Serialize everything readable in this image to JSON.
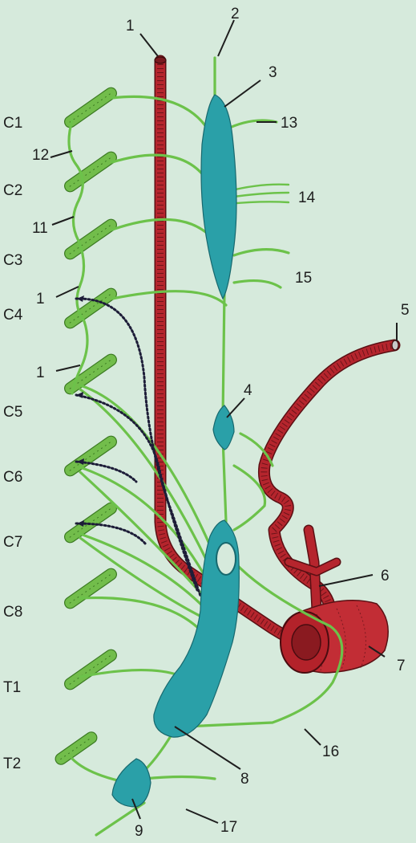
{
  "figure": {
    "segment_labels": [
      "C1",
      "C2",
      "C3",
      "C4",
      "C5",
      "C6",
      "C7",
      "C8",
      "T1",
      "T2"
    ],
    "callouts": [
      {
        "id": "c1a",
        "text": "1"
      },
      {
        "id": "c2",
        "text": "2"
      },
      {
        "id": "c3",
        "text": "3"
      },
      {
        "id": "c13",
        "text": "13"
      },
      {
        "id": "c12",
        "text": "12"
      },
      {
        "id": "c14",
        "text": "14"
      },
      {
        "id": "c11",
        "text": "11"
      },
      {
        "id": "c15",
        "text": "15"
      },
      {
        "id": "c1b",
        "text": "1"
      },
      {
        "id": "c5",
        "text": "5"
      },
      {
        "id": "c1c",
        "text": "1"
      },
      {
        "id": "c4",
        "text": "4"
      },
      {
        "id": "c6",
        "text": "6"
      },
      {
        "id": "c7",
        "text": "7"
      },
      {
        "id": "c16",
        "text": "16"
      },
      {
        "id": "c8",
        "text": "8"
      },
      {
        "id": "c9",
        "text": "9"
      },
      {
        "id": "c17",
        "text": "17"
      }
    ],
    "colors": {
      "background": "#d6eadc",
      "nerve": "#6cc24a",
      "artery": "#b5252d",
      "ganglion": "#2aa0a8",
      "dotted_fibers": "#1d1d38"
    }
  }
}
